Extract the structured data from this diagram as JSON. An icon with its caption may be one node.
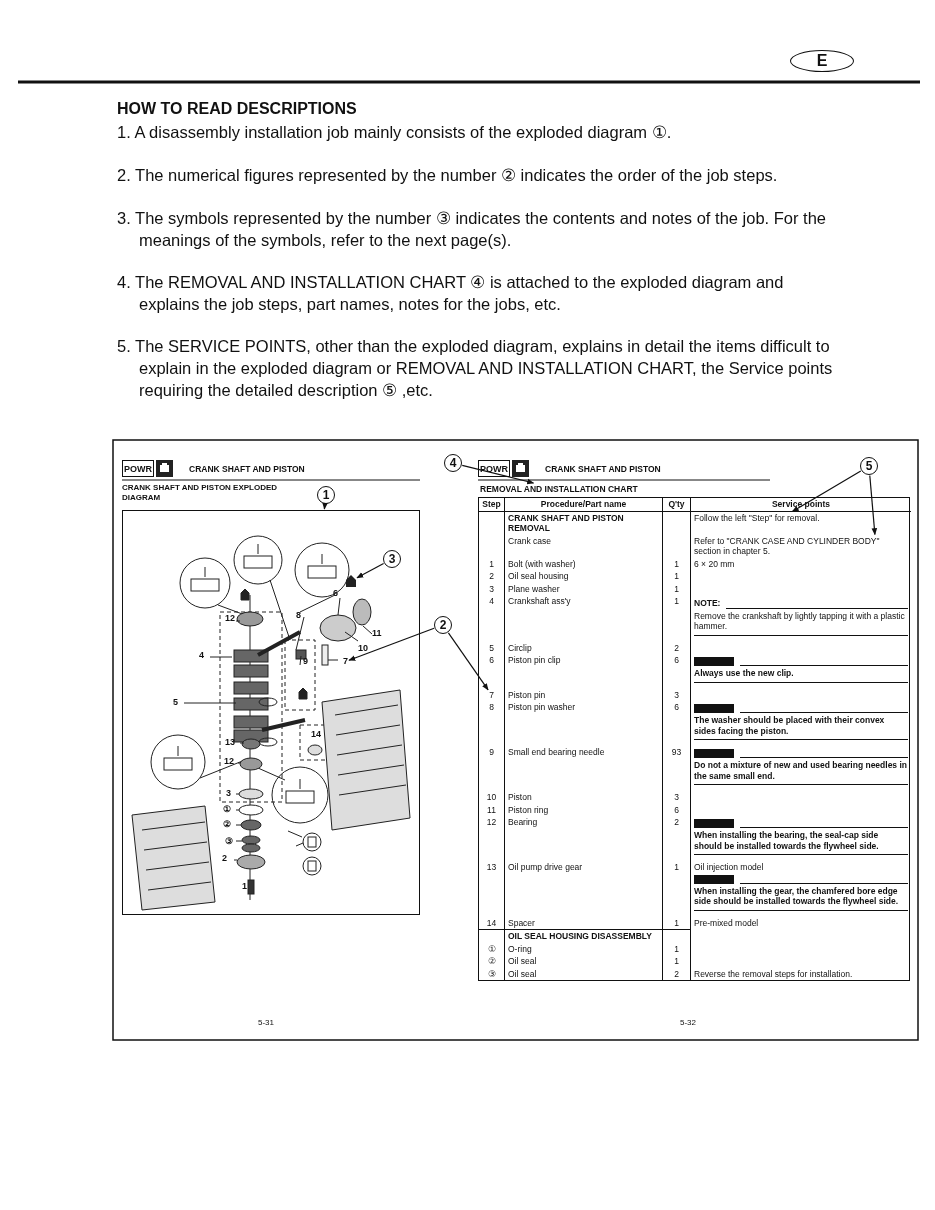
{
  "diagram": {
    "title": "HOW TO READ DESCRIPTIONS",
    "nodes": [
      {
        "text": [
          "E"
        ]
      },
      {
        "text": [
          "POWR"
        ]
      },
      {
        "text": [
          "1"
        ]
      },
      {
        "text": [],
        "shape": "box"
      },
      {
        "text": [
          "3"
        ],
        "in": 3
      },
      {
        "text": [],
        "shape": "picture",
        "in": 3
      },
      {
        "text": [
          "7"
        ],
        "in": 3
      },
      {
        "text": [
          "2"
        ]
      },
      {
        "text": [
          "4"
        ]
      },
      {
        "text": [
          "POWR"
        ]
      },
      {
        "text": [
          "5"
        ]
      },
      {
        "text": [
          "REMOVAL AND INSTALLATION CHART"
        ]
      },
      {
        "text": [
          "Follow the left \"Step\" for removal."
        ]
      },
      {
        "text": [
          "Refer to \"CRANK CASE AND CYLINDER BODY\" section in chapter 5."
        ]
      },
      {
        "text": [
          "7"
        ]
      }
    ],
    "edges": [
      {
        "from": 2,
        "to": 3,
        "arrow": "to"
      },
      {
        "from": 4,
        "to": 5,
        "arrow": "to"
      },
      {
        "from": 7,
        "to": 6,
        "arrow": "to"
      },
      {
        "from": 7,
        "to": 14,
        "arrow": "to"
      },
      {
        "from": 8,
        "to": 11,
        "arrow": "to"
      },
      {
        "from": 10,
        "to": 12,
        "arrow": "to"
      },
      {
        "from": 10,
        "to": 13,
        "arrow": "to"
      }
    ],
    "labels": [
      "1. A disassembly installation job mainly consists of the exploded diagram ①.",
      "2. The numerical figures represented by the number ② indicates the order of the job steps.",
      "3. The symbols represented by the number ③ indicates the contents and notes of the job. For the meanings of the symbols, refer to the next page(s).",
      "4. The REMOVAL AND INSTALLATION CHART ④ is attached to the exploded diagram and explains the job steps, part names, notes for the jobs, etc.",
      "5. The SERVICE POINTS, other than the exploded diagram, explains in detail the items difficult to explain in the exploded diagram or REMOVAL AND INSTALLATION CHART, the Service points requiring the detailed description ⑤ ,etc.",
      "CRANK SHAFT AND PISTON",
      "CRANK SHAFT AND PISTON EXPLODED DIAGRAM",
      "12",
      "8",
      "6",
      "10",
      "11",
      "4",
      "9",
      "5",
      "13",
      "14",
      "12",
      "3",
      "①",
      "②",
      "③",
      "2",
      "1",
      "5-31",
      "CRANK SHAFT AND PISTON",
      "Step",
      "Procedure/Part name",
      "Q'ty",
      "Service points",
      "CRANK SHAFT AND PISTON REMOVAL",
      "Crank case",
      "1",
      "Bolt (with washer)",
      "1",
      "6 × 20 mm",
      "2",
      "Oil seal housing",
      "1",
      "3",
      "Plane washer",
      "1",
      "4",
      "Crankshaft ass'y",
      "1",
      "NOTE:",
      "Remove the crankshaft by lightly tapping it with a plastic hammer.",
      "5",
      "Circlip",
      "2",
      "6",
      "Piston pin clip",
      "6",
      "Always use the new clip.",
      "Piston pin",
      "3",
      "8",
      "Piston pin washer",
      "6",
      "The washer should be placed with their convex sides facing the piston.",
      "9",
      "Small end bearing needle",
      "93",
      "Do not a mixture of new and used bearing needles in the same small end.",
      "10",
      "Piston",
      "3",
      "11",
      "Piston ring",
      "6",
      "12",
      "Bearing",
      "2",
      "When installing the bearing, the seal-cap side should be installed towards the flywheel side.",
      "13",
      "Oil pump drive gear",
      "1",
      "Oil injection model",
      "When installing the gear, the chamfered bore edge side should be installed towards the flywheel side.",
      "14",
      "Spacer",
      "1",
      "Pre-mixed model",
      "OIL SEAL HOUSING DISASSEMBLY",
      "①",
      "O-ring",
      "1",
      "②",
      "Oil seal",
      "1",
      "③",
      "Oil seal",
      "2",
      "Reverse the removal steps for installation.",
      "5-32"
    ]
  }
}
